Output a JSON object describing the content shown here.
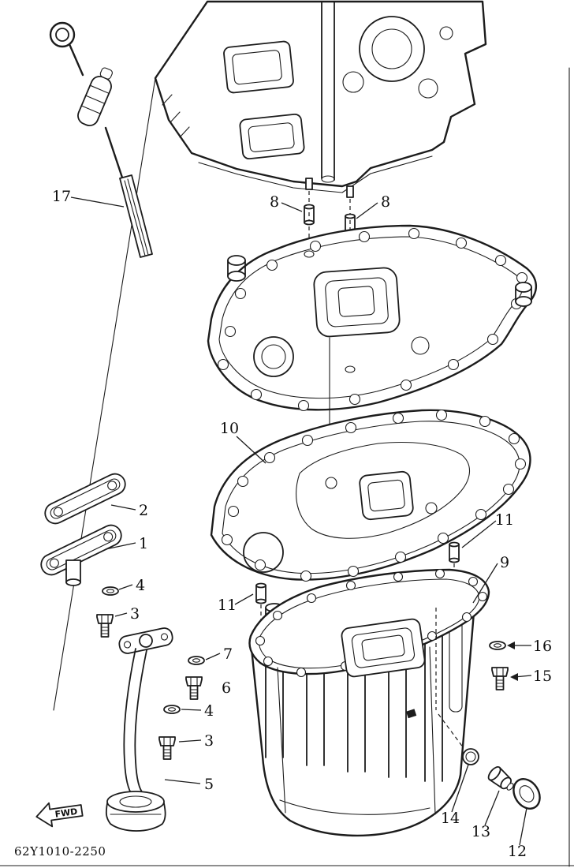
{
  "diagram": {
    "code": "62Y1010-2250",
    "fwd_label": "FWD",
    "callouts": [
      "17",
      "8",
      "8",
      "10",
      "2",
      "1",
      "11",
      "9",
      "4",
      "3",
      "11",
      "16",
      "15",
      "7",
      "6",
      "4",
      "3",
      "5",
      "14",
      "13",
      "12"
    ]
  }
}
